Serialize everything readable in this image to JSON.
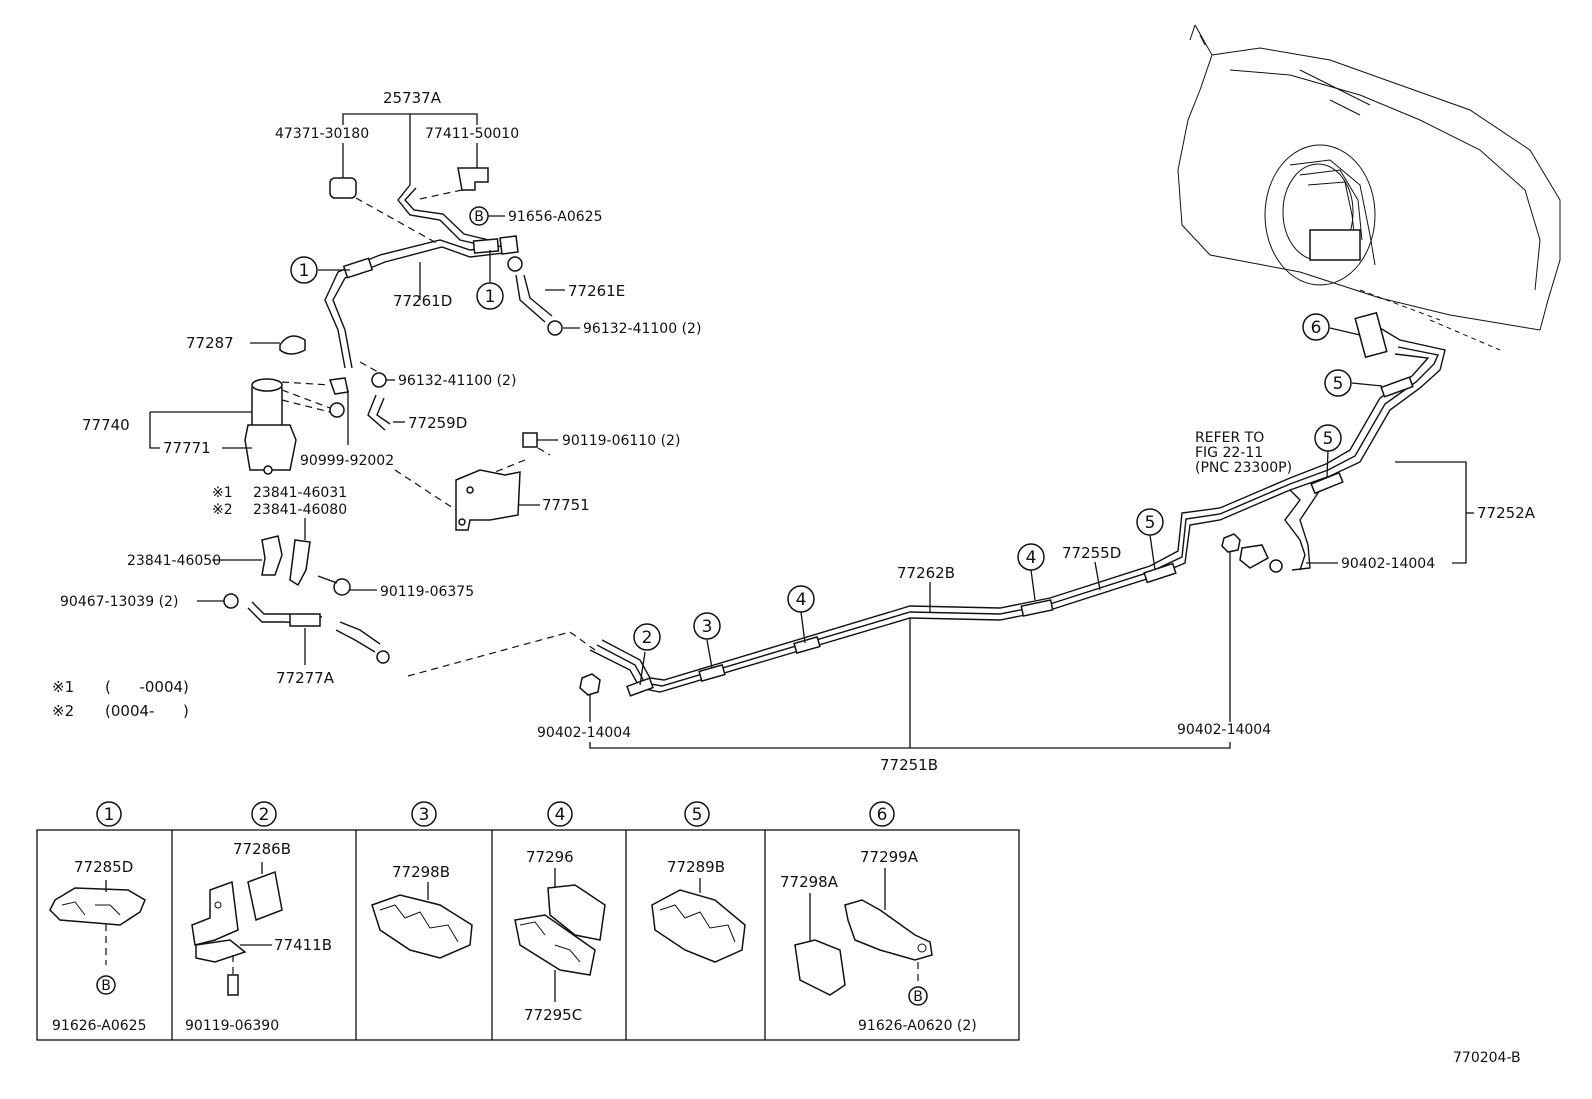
{
  "labels": {
    "l25737A": "25737A",
    "l47371": "47371-30180",
    "l77411_50010": "77411-50010",
    "l91656": "91656-A0625",
    "l77261D": "77261D",
    "l77261E": "77261E",
    "l96132a": "96132-41100 (2)",
    "l96132b": "96132-41100 (2)",
    "l77287": "77287",
    "l77740": "77740",
    "l77771": "77771",
    "l77259D": "77259D",
    "l90999": "90999-92002",
    "l90119_06110": "90119-06110 (2)",
    "l77751": "77751",
    "l23841_46031": "23841-46031",
    "l23841_46080": "23841-46080",
    "l23841_46050": "23841-46050",
    "l90119_06375": "90119-06375",
    "l90467": "90467-13039 (2)",
    "l77277A": "77277A",
    "l77262B": "77262B",
    "l77255D": "77255D",
    "l77252A": "77252A",
    "l90402_r": "90402-14004",
    "l90402_a": "90402-14004",
    "l90402_b": "90402-14004",
    "l77251B": "77251B",
    "refer1": "REFER TO",
    "refer2": "FIG 22-11",
    "refer3": "(PNC 23300P)",
    "note_mark1": "※1",
    "note_mark2": "※2",
    "star1": "※1",
    "star2": "※2",
    "note1_range": "(      -0004)",
    "note2_range": "(0004-      )",
    "b_marker": "B",
    "fig_id": "770204-B"
  },
  "callouts": {
    "c1": "1",
    "c2": "2",
    "c3": "3",
    "c4": "4",
    "c5": "5",
    "c6": "6"
  },
  "clip_table": {
    "cells": [
      {
        "id": "1",
        "parts": [
          "77285D",
          "91626-A0625"
        ]
      },
      {
        "id": "2",
        "parts": [
          "77286B",
          "77411B",
          "90119-06390"
        ]
      },
      {
        "id": "3",
        "parts": [
          "77298B"
        ]
      },
      {
        "id": "4",
        "parts": [
          "77296",
          "77295C"
        ]
      },
      {
        "id": "5",
        "parts": [
          "77289B"
        ]
      },
      {
        "id": "6",
        "parts": [
          "77298A",
          "77299A",
          "91626-A0620 (2)"
        ]
      }
    ]
  }
}
